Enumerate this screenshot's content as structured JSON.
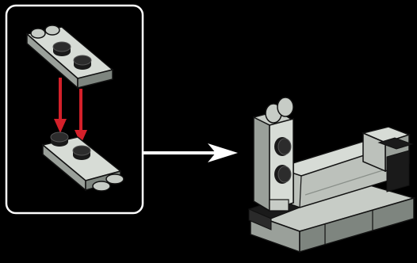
{
  "instruction_step": {
    "type": "assembly-instruction",
    "callout": {
      "border_color": "#ffffff",
      "parts": [
        "hinge-plate-1x2",
        "hinge-plate-1x2-with-clips"
      ],
      "arrows": 2,
      "arrow_color": "#d4202a"
    },
    "pointer_arrow": {
      "direction": "right",
      "color": "#ffffff"
    },
    "assembly": {
      "model": "partial-model-with-hinge",
      "color": "#c7ccc6",
      "accent": "#1a1a1a"
    }
  },
  "colors": {
    "background": "#000000",
    "part_light": "#d7dcd6",
    "part_mid": "#aab0aa",
    "part_dark": "#7e857f",
    "outline": "#111111",
    "arrow_red": "#d4202a"
  }
}
